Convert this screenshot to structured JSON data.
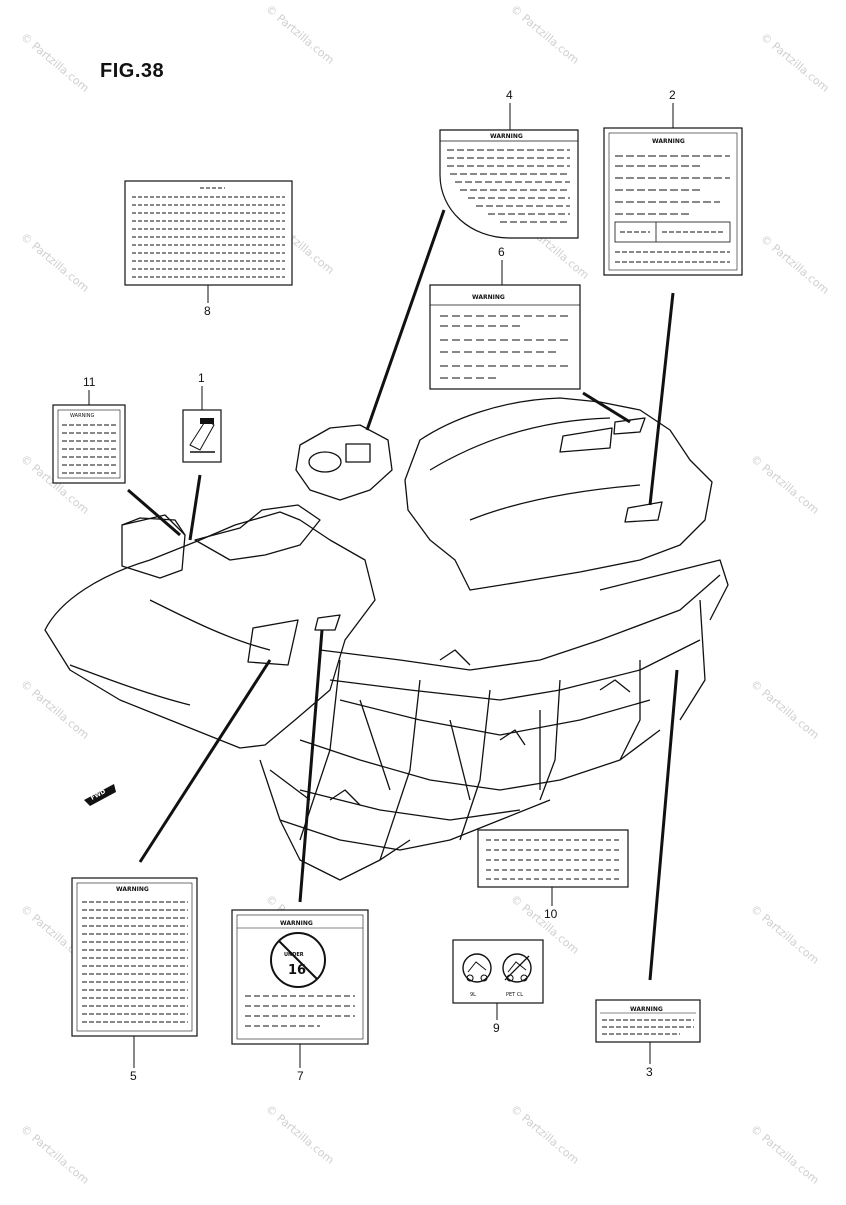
{
  "figure": {
    "title": "FIG.38"
  },
  "watermark": {
    "text": "© Partzilla.com"
  },
  "labels": {
    "warning_text": "WARNING",
    "under_age": "16",
    "under_word": "UNDER",
    "label9_left": "9L",
    "label9_right": "PET CL"
  },
  "callouts": [
    "1",
    "2",
    "3",
    "4",
    "5",
    "6",
    "7",
    "8",
    "9",
    "10",
    "11"
  ],
  "front_arrow": "FWD"
}
